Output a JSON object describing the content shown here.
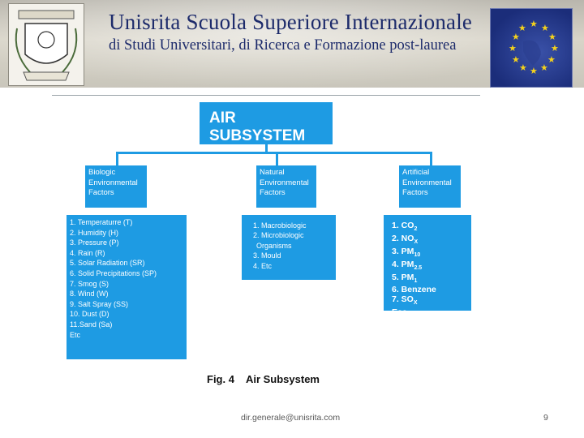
{
  "header": {
    "title": "Unisrita  Scuola Superiore Internazionale",
    "subtitle": "di Studi Universitari, di Ricerca e Formazione post-laurea"
  },
  "diagram": {
    "root": "AIR SUBSYSTEM",
    "branches": [
      {
        "label": "Biologic\nEnvironmental\nFactors",
        "items": [
          "1. Temperaturre (T)",
          "2. Humidity (H)",
          "3. Pressure  (P)",
          "4. Rain (R)",
          "5. Solar Radiation (SR)",
          "6. Solid Precipitations (SP)",
          "7. Smog (S)",
          "8. Wind (W)",
          "9. Salt Spray (SS)",
          "10. Dust (D)",
          "11.Sand (Sa)",
          "Etc"
        ]
      },
      {
        "label": "Natural\nEnvironmental\nFactors",
        "items": [
          "1. Macrobiologic",
          "2. Microbiologic",
          "    Organisms",
          "3.  Mould",
          "4. Etc"
        ]
      },
      {
        "label": "Artificial\nEnvironmental\nFactors",
        "items": [
          {
            "text": "1. CO",
            "sub": "2"
          },
          {
            "text": "2. NO",
            "sub": "X"
          },
          {
            "text": "3. PM",
            "sub": "10"
          },
          {
            "text": "4. PM",
            "sub": "2.5"
          },
          {
            "text": "5. PM",
            "sub": "1"
          },
          {
            "text": "6. Benzene",
            "sub": ""
          },
          {
            "text": "7. SO",
            "sub": "X"
          },
          {
            "text": "Ecc.",
            "sub": ""
          }
        ]
      }
    ],
    "caption": {
      "fig": "Fig. 4",
      "title": "Air Subsystem"
    }
  },
  "footer": {
    "email": "dir.generale@unisrita.com",
    "page_number": "9"
  },
  "colors": {
    "box_blue": "#1e9be3",
    "header_text": "#1d2b6b"
  }
}
